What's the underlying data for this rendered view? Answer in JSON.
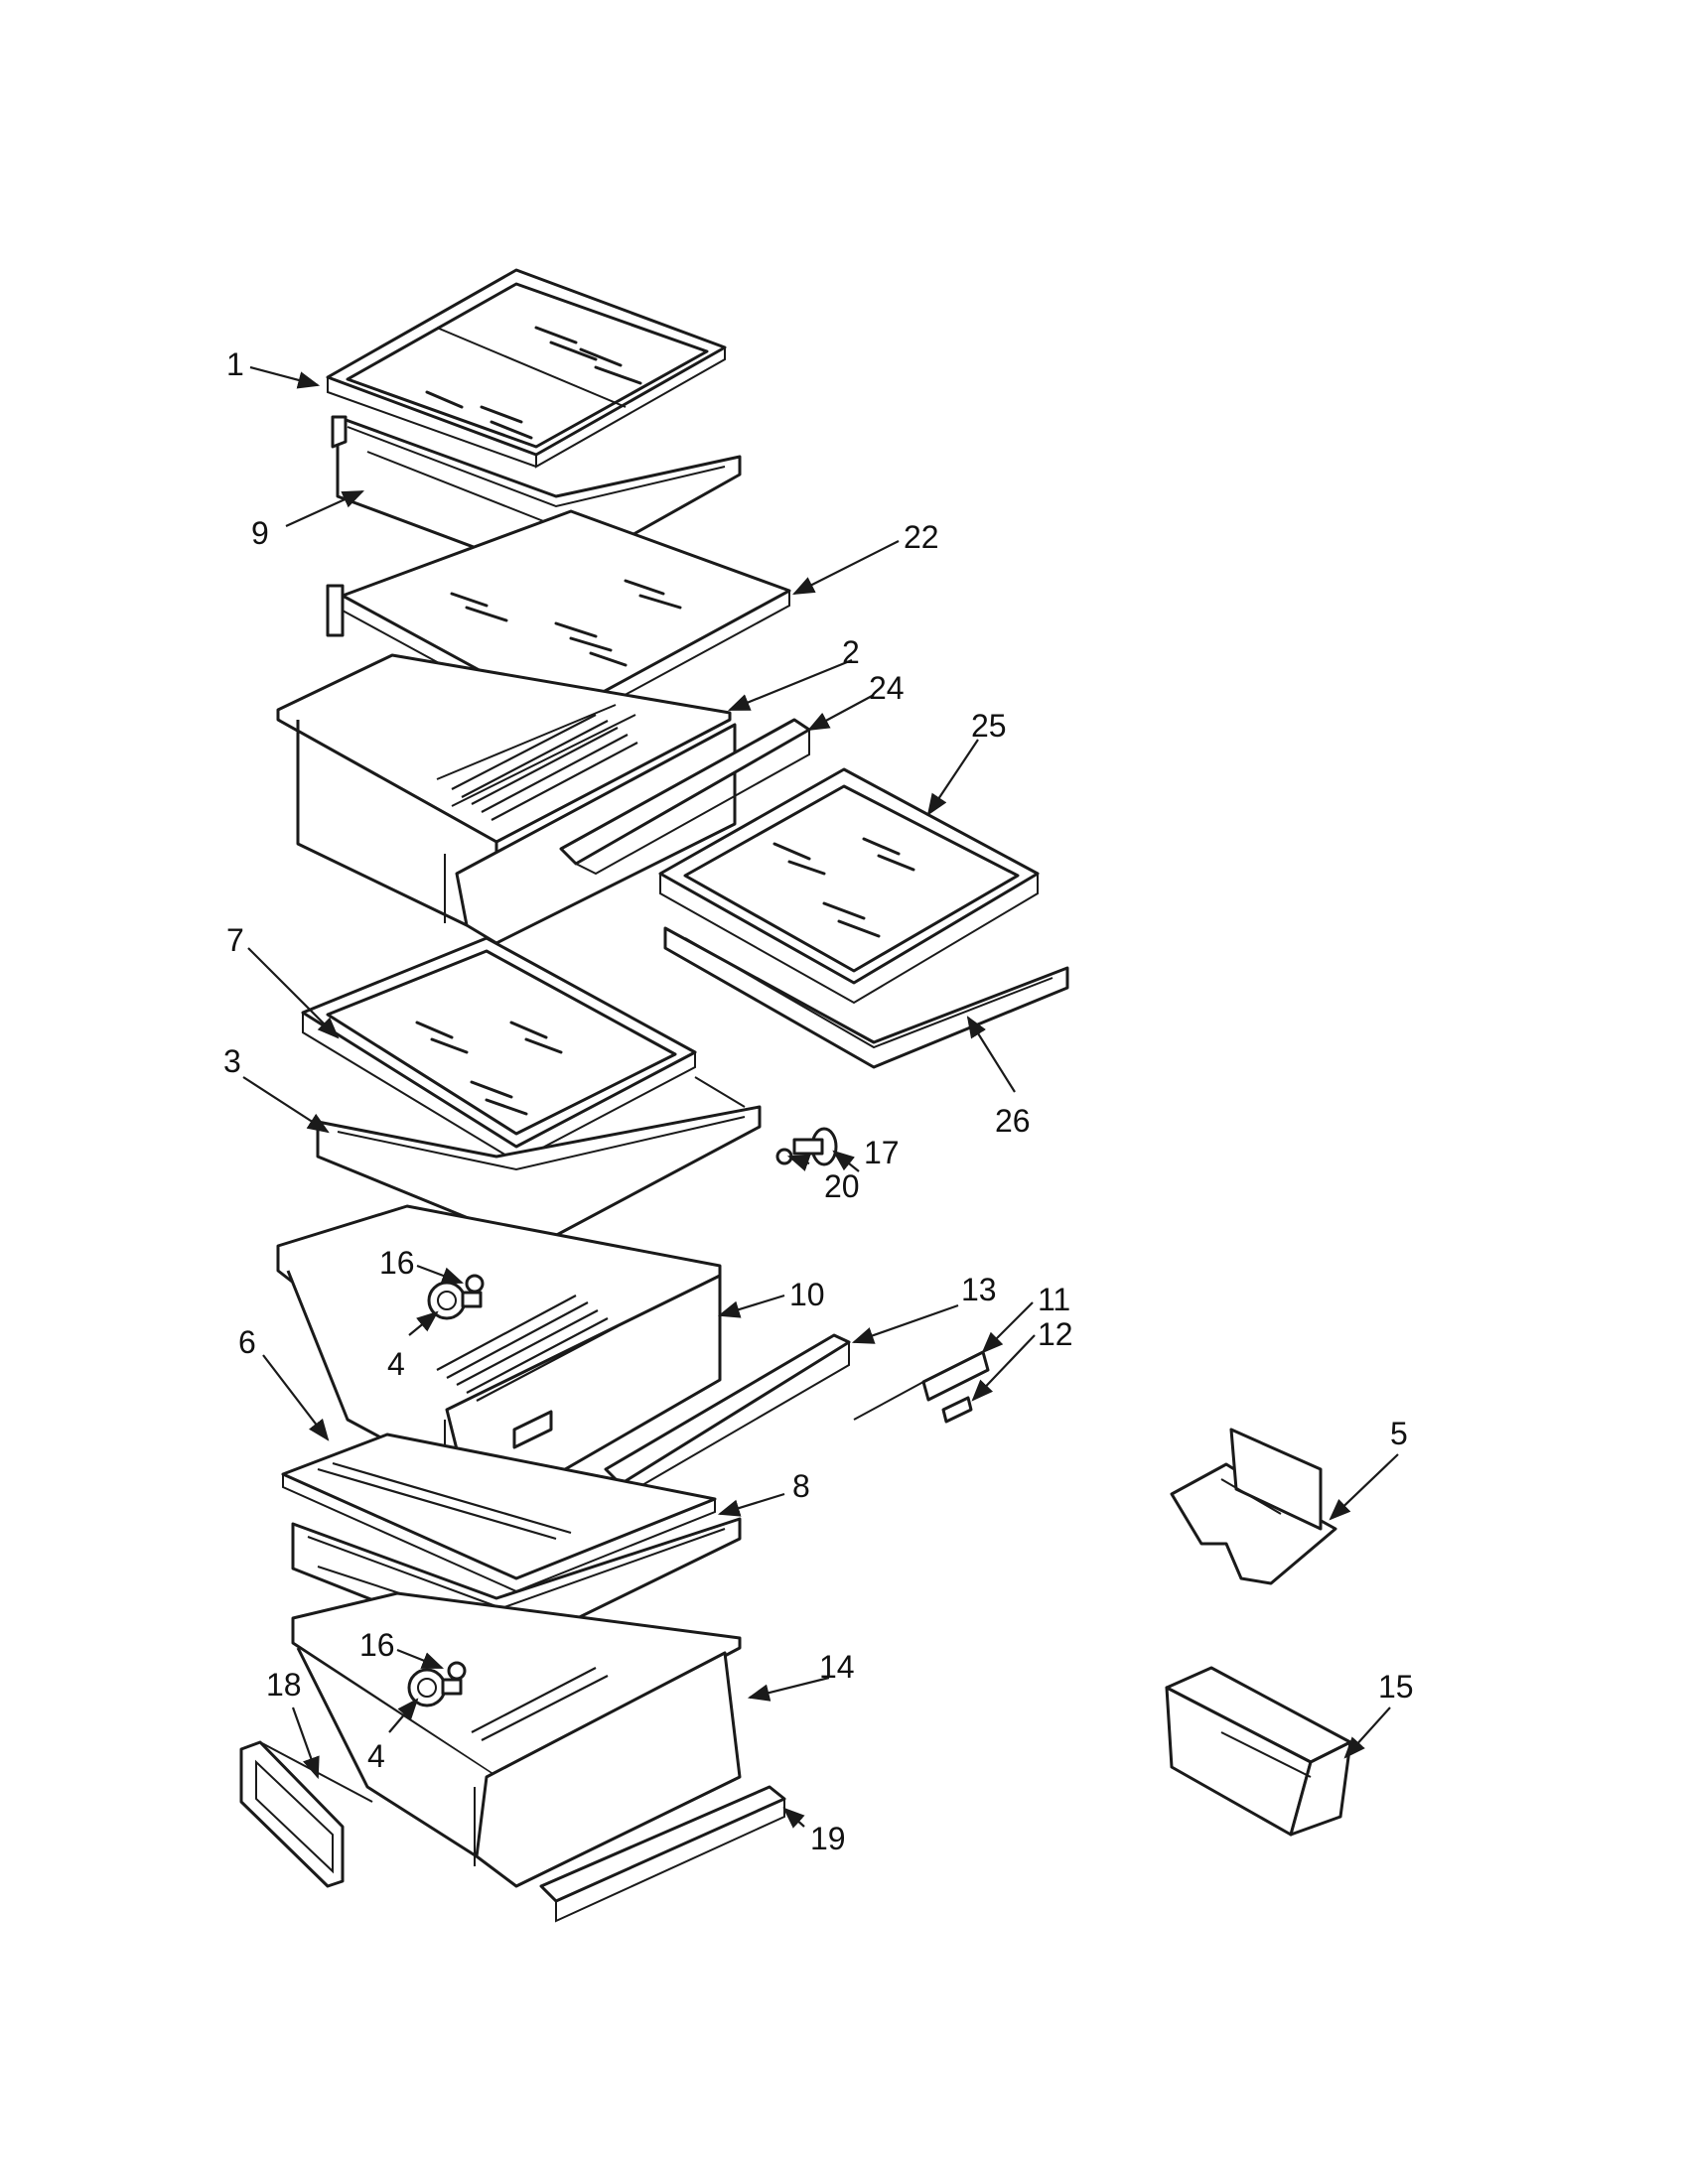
{
  "colors": {
    "line": "#1a1a1a",
    "background": "#ffffff"
  },
  "callouts": [
    {
      "id": "c1",
      "label": "1"
    },
    {
      "id": "c9",
      "label": "9"
    },
    {
      "id": "c22",
      "label": "22"
    },
    {
      "id": "c2",
      "label": "2"
    },
    {
      "id": "c24",
      "label": "24"
    },
    {
      "id": "c25",
      "label": "25"
    },
    {
      "id": "c7",
      "label": "7"
    },
    {
      "id": "c3",
      "label": "3"
    },
    {
      "id": "c17",
      "label": "17"
    },
    {
      "id": "c20",
      "label": "20"
    },
    {
      "id": "c26",
      "label": "26"
    },
    {
      "id": "c16a",
      "label": "16"
    },
    {
      "id": "c4a",
      "label": "4"
    },
    {
      "id": "c10",
      "label": "10"
    },
    {
      "id": "c13",
      "label": "13"
    },
    {
      "id": "c11",
      "label": "11"
    },
    {
      "id": "c12",
      "label": "12"
    },
    {
      "id": "c6",
      "label": "6"
    },
    {
      "id": "c8",
      "label": "8"
    },
    {
      "id": "c5",
      "label": "5"
    },
    {
      "id": "c16b",
      "label": "16"
    },
    {
      "id": "c4b",
      "label": "4"
    },
    {
      "id": "c14",
      "label": "14"
    },
    {
      "id": "c18",
      "label": "18"
    },
    {
      "id": "c15",
      "label": "15"
    },
    {
      "id": "c19",
      "label": "19"
    }
  ]
}
